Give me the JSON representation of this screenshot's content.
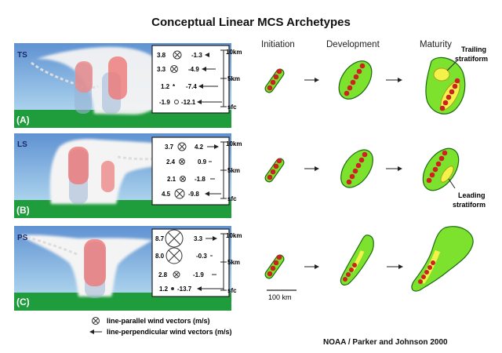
{
  "title": "Conceptual Linear MCS Archetypes",
  "stages": [
    "Initiation",
    "Development",
    "Maturity"
  ],
  "rows": [
    {
      "letter": "(A)",
      "mode": "TS",
      "annotation": "Trailing\nstratiform",
      "levels": [
        {
          "parallel": "3.8",
          "perpendicular": "-1.3"
        },
        {
          "parallel": "3.3",
          "perpendicular": "-4.9"
        },
        {
          "parallel": "1.2",
          "perpendicular": "-7.4"
        },
        {
          "parallel": "-1.9",
          "perpendicular": "-12.1"
        }
      ]
    },
    {
      "letter": "(B)",
      "mode": "LS",
      "annotation": "Leading\nstratiform",
      "levels": [
        {
          "parallel": "3.7",
          "perpendicular": "4.2"
        },
        {
          "parallel": "2.4",
          "perpendicular": "0.9"
        },
        {
          "parallel": "2.1",
          "perpendicular": "-1.8"
        },
        {
          "parallel": "4.5",
          "perpendicular": "-9.8"
        }
      ]
    },
    {
      "letter": "(C)",
      "mode": "PS",
      "annotation": "",
      "levels": [
        {
          "parallel": "8.7",
          "perpendicular": "3.3"
        },
        {
          "parallel": "8.0",
          "perpendicular": "-0.3"
        },
        {
          "parallel": "2.8",
          "perpendicular": "-1.9"
        },
        {
          "parallel": "1.2",
          "perpendicular": "-13.7"
        }
      ]
    }
  ],
  "heights": [
    "10km",
    "5km",
    "sfc"
  ],
  "scale_label": "100 km",
  "legend": {
    "parallel": "line-parallel wind vectors (m/s)",
    "perpendicular": "line-perpendicular wind vectors (m/s)"
  },
  "credit": "NOAA / Parker and Johnson 2000",
  "colors": {
    "sky_top": "#5f92d2",
    "sky_bottom": "#b9dff2",
    "ground": "#1f9c3c",
    "convective_region": "#e05a5a",
    "storm_fill": "#7de22d",
    "stratiform_core": "#f2f24a",
    "cell": "#cc2222"
  }
}
